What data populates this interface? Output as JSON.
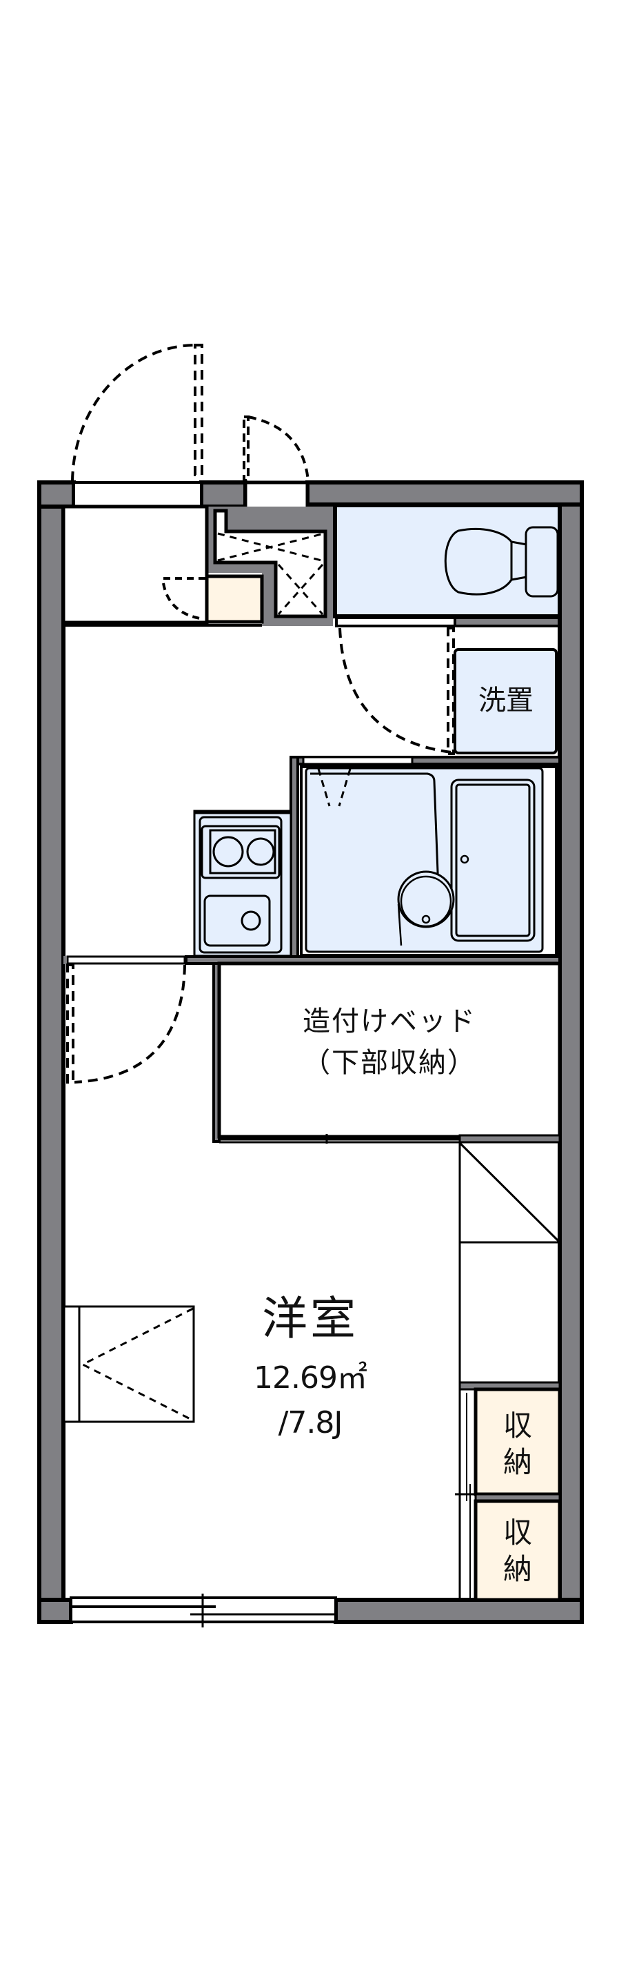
{
  "floorplan": {
    "rooms": {
      "western_room": {
        "name": "洋室",
        "area": "12.69㎡",
        "size_jo": "/7.8J"
      },
      "built_in_bed": {
        "line1": "造付けベッド",
        "line2": "（下部収納）"
      },
      "washer_space": {
        "label": "洗置"
      },
      "closet_1": {
        "line1": "収",
        "line2": "納"
      },
      "closet_2": {
        "line1": "収",
        "line2": "納"
      }
    },
    "fixtures": [
      "entrance-door",
      "meter-box",
      "shoe-box",
      "pipe-shaft",
      "toilet",
      "washing-machine-space",
      "kitchen-stove-2-burner",
      "kitchen-sink",
      "unit-bath",
      "bathtub",
      "wash-basin",
      "built-in-bed",
      "closet",
      "window",
      "balcony-sliding-window"
    ],
    "colors": {
      "wall": "#808084",
      "outline": "#000000",
      "wet_area": "#e5effd",
      "storage": "#fff5e5",
      "floor": "#ffffff"
    }
  }
}
